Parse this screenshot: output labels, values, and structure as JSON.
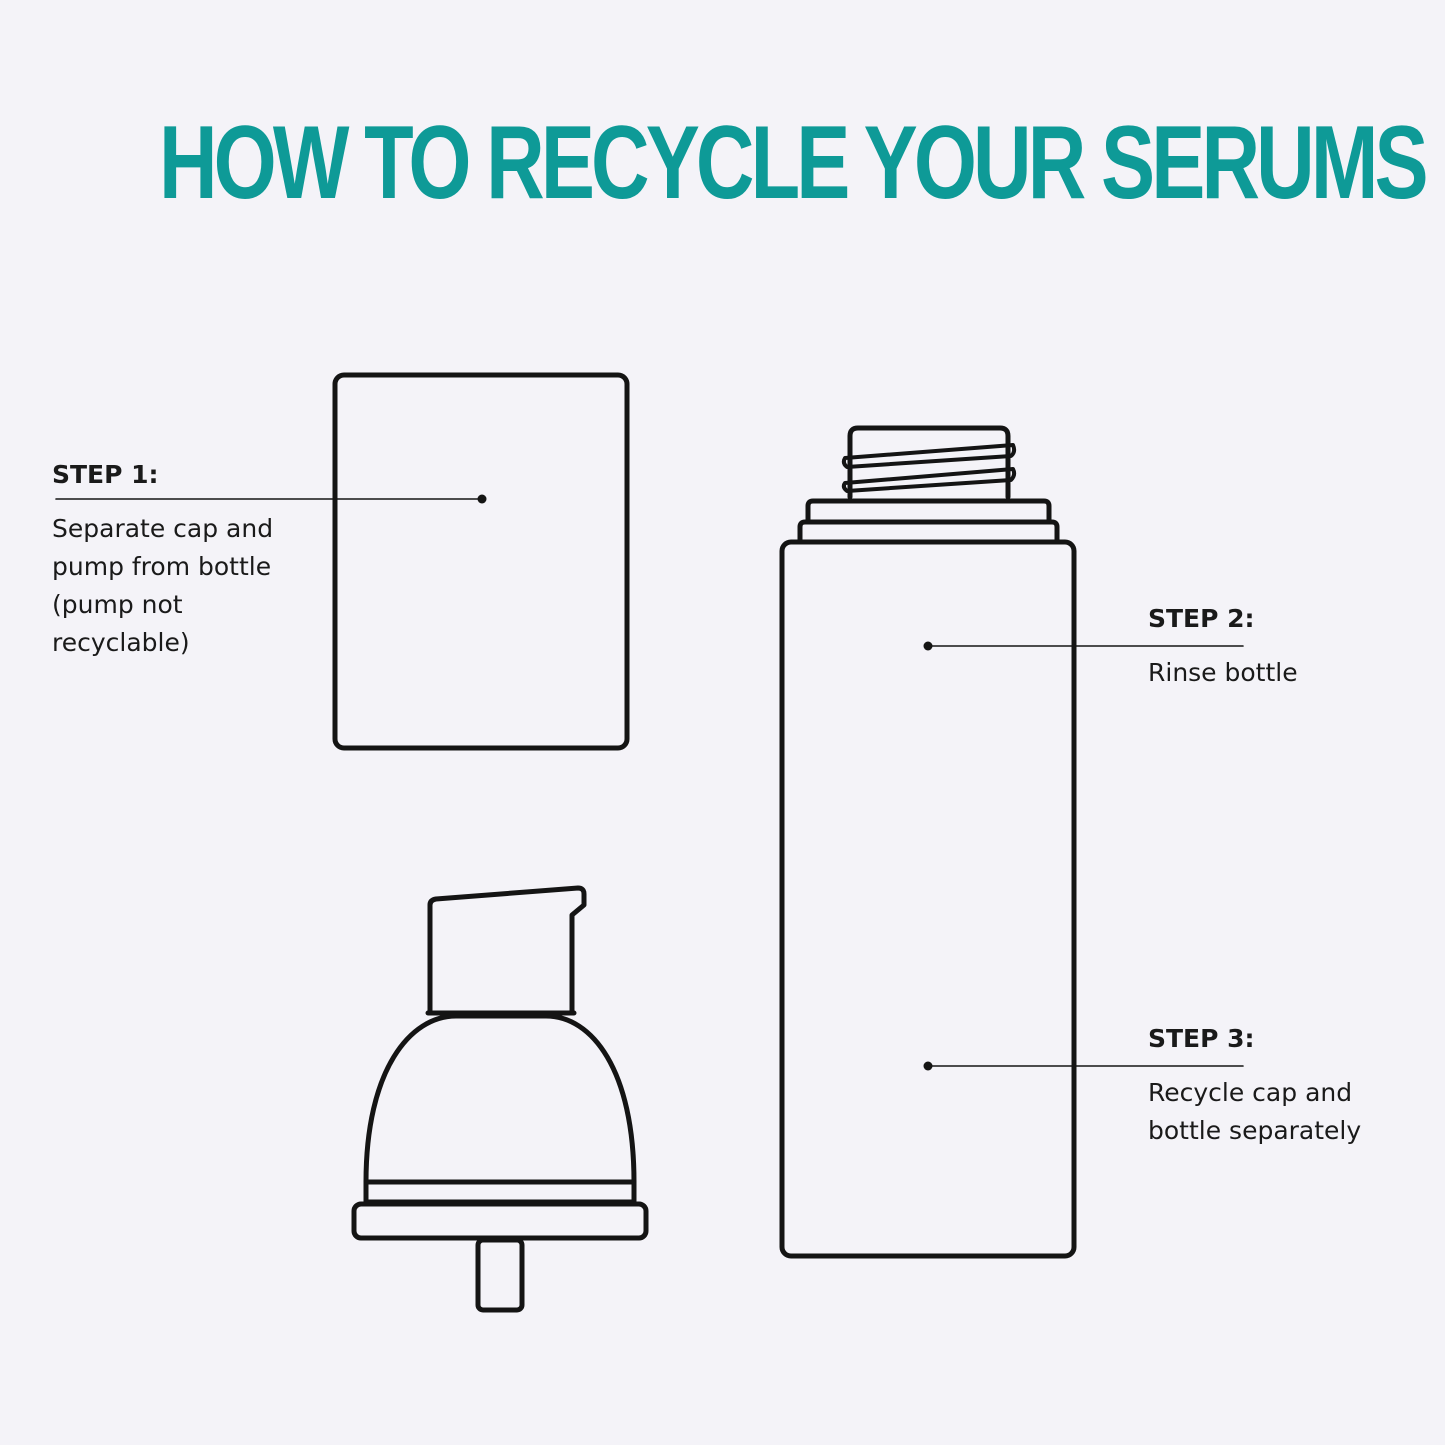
{
  "title": "HOW TO RECYCLE YOUR SERUMS",
  "colors": {
    "title": "#0e9a97",
    "background": "#f4f3f8",
    "line": "#141414"
  },
  "steps": [
    {
      "label": "STEP 1:",
      "text": "Separate cap and pump from bottle (pump not recyclable)"
    },
    {
      "label": "STEP 2:",
      "text": "Rinse bottle"
    },
    {
      "label": "STEP 3:",
      "text": "Recycle cap and bottle separately"
    }
  ],
  "icons": [
    "cap-icon",
    "pump-icon",
    "bottle-icon"
  ]
}
